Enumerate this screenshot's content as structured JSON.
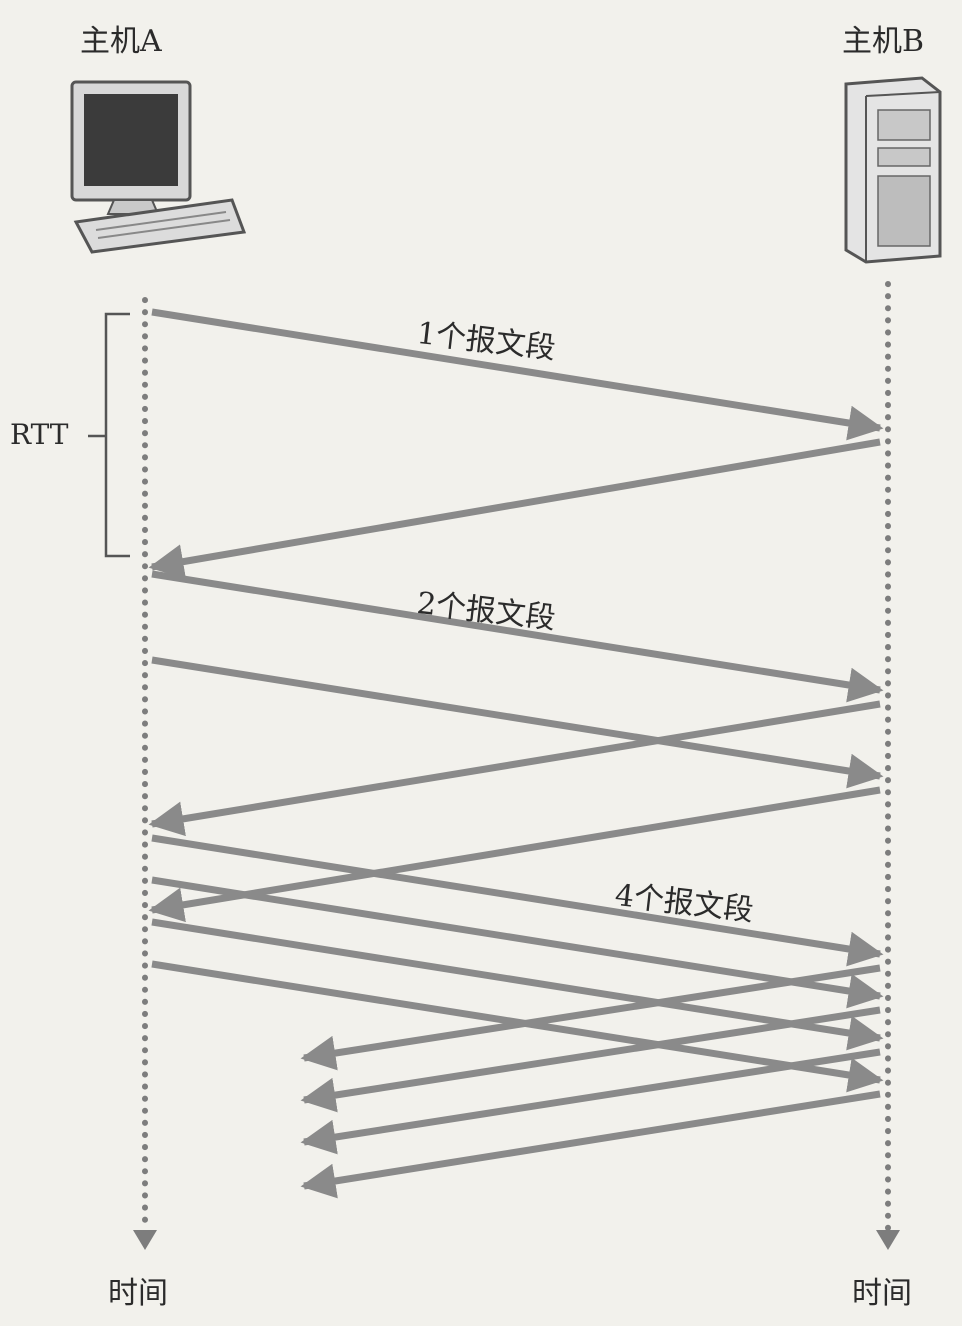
{
  "hosts": {
    "a": {
      "title": "主机A",
      "time_label": "时间"
    },
    "b": {
      "title": "主机B",
      "time_label": "时间"
    }
  },
  "rtt_label": "RTT",
  "segment_labels": {
    "first": "1个报文段",
    "second": "2个报文段",
    "third": "4个报文段"
  },
  "icons": {
    "host_a": "desktop-computer-icon",
    "host_b": "server-tower-icon"
  },
  "colors": {
    "arrow": "#8a8a8a",
    "timeline": "#7d7d7d",
    "text": "#2b2b2b"
  }
}
